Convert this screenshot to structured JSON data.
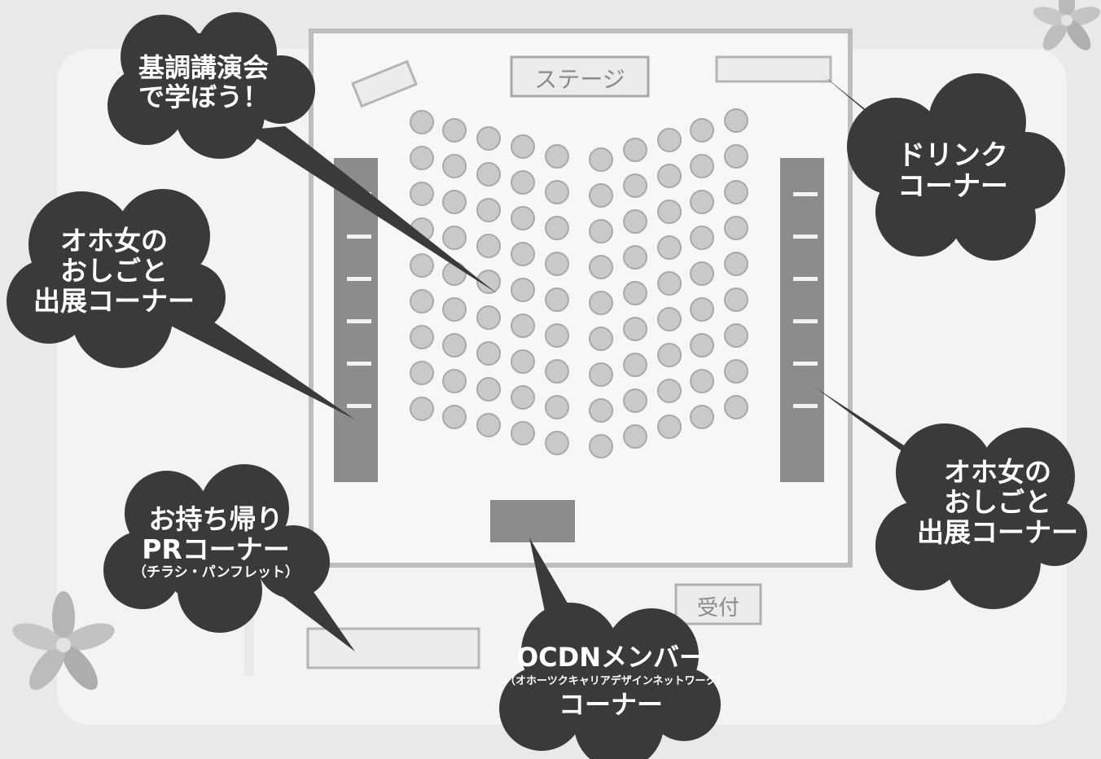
{
  "labels": {
    "stage": "ステージ",
    "reception": "受付"
  },
  "callouts": {
    "keynote": {
      "line1": "基調講演会",
      "line2": "で学ぼう！"
    },
    "drink": {
      "line1": "ドリンク",
      "line2": "コーナー"
    },
    "exhibit_left": {
      "line1": "オホ女の",
      "line2": "おしごと",
      "line3": "出展コーナー"
    },
    "exhibit_right": {
      "line1": "オホ女の",
      "line2": "おしごと",
      "line3": "出展コーナー"
    },
    "pr": {
      "line1": "お持ち帰り",
      "line2": "PRコーナー",
      "line3": "（チラシ・パンフレット）"
    },
    "ocdn": {
      "line1": "OCDNメンバー",
      "line2": "（オホーツクキャリアデザインネットワーク）",
      "line3": "コーナー"
    }
  },
  "colors": {
    "background": "#e9e9e9",
    "room": "#f6f6f6",
    "cloud": "#3a3a3a",
    "booth": "#8c8c8c",
    "seat": "#c9c9c9",
    "label_text": "#8a8a8a"
  },
  "seating": {
    "columns": 11,
    "rows": 9
  }
}
